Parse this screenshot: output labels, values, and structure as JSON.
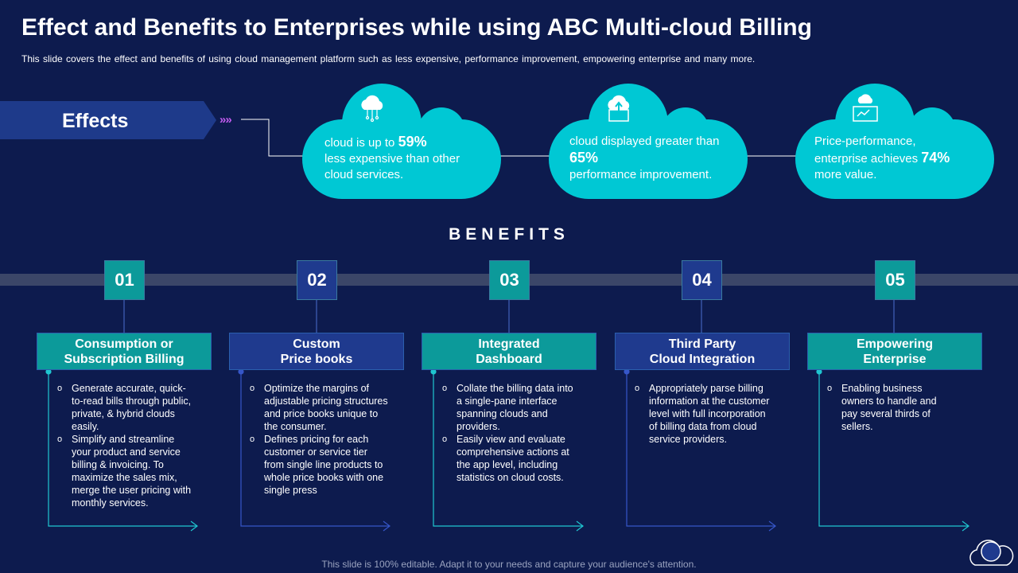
{
  "title": "Effect and Benefits to Enterprises while using ABC Multi-cloud Billing",
  "subtitle": "This slide covers the effect and benefits of using cloud management platform  such as less expensive, performance improvement, empowering enterprise and many more.",
  "effects": {
    "label": "Effects",
    "chevrons": "»»",
    "clouds": [
      {
        "icon": "cloud-network-icon",
        "pre": "cloud is up to ",
        "value": "59%",
        "post": "less expensive than other cloud services."
      },
      {
        "icon": "cloud-upload-icon",
        "pre": "cloud displayed greater than ",
        "value": "65%",
        "post": "performance improvement."
      },
      {
        "icon": "cloud-dashboard-icon",
        "pre": "Price-performance, enterprise achieves ",
        "value": "74%",
        "post": "more value."
      }
    ]
  },
  "benefits": {
    "title": "BENEFITS",
    "items": [
      {
        "number": "01",
        "heading_line1": "Consumption or",
        "heading_line2": "Subscription Billing",
        "bullets": [
          "Generate accurate, quick-to-read bills through public, private, & hybrid clouds easily.",
          "Simplify and streamline your product and service billing & invoicing. To maximize the sales mix, merge the user pricing with monthly services."
        ]
      },
      {
        "number": "02",
        "heading_line1": "Custom",
        "heading_line2": "Price books",
        "bullets": [
          "Optimize the margins of adjustable pricing structures and price books unique to the consumer.",
          "Defines pricing for each customer or service tier from single line products to whole price books with one single press"
        ]
      },
      {
        "number": "03",
        "heading_line1": "Integrated",
        "heading_line2": "Dashboard",
        "bullets": [
          "Collate the billing data into a single-pane interface spanning clouds and providers.",
          "Easily view and evaluate comprehensive actions at the app level, including statistics on cloud costs."
        ]
      },
      {
        "number": "04",
        "heading_line1": "Third Party",
        "heading_line2": "Cloud Integration",
        "bullets": [
          "Appropriately parse billing information at the customer level with full incorporation of billing data from cloud service providers."
        ]
      },
      {
        "number": "05",
        "heading_line1": "Empowering",
        "heading_line2": "Enterprise",
        "bullets": [
          "Enabling business owners to handle and pay several thirds of sellers."
        ]
      }
    ]
  },
  "footer": "This slide is 100% editable. Adapt it to your needs and capture your audience's attention.",
  "colors": {
    "background": "#0d1b4e",
    "teal": "#0c9a9a",
    "navy": "#1f3a8e",
    "cloud": "#00c8d4",
    "line": "#4a6fd0"
  }
}
